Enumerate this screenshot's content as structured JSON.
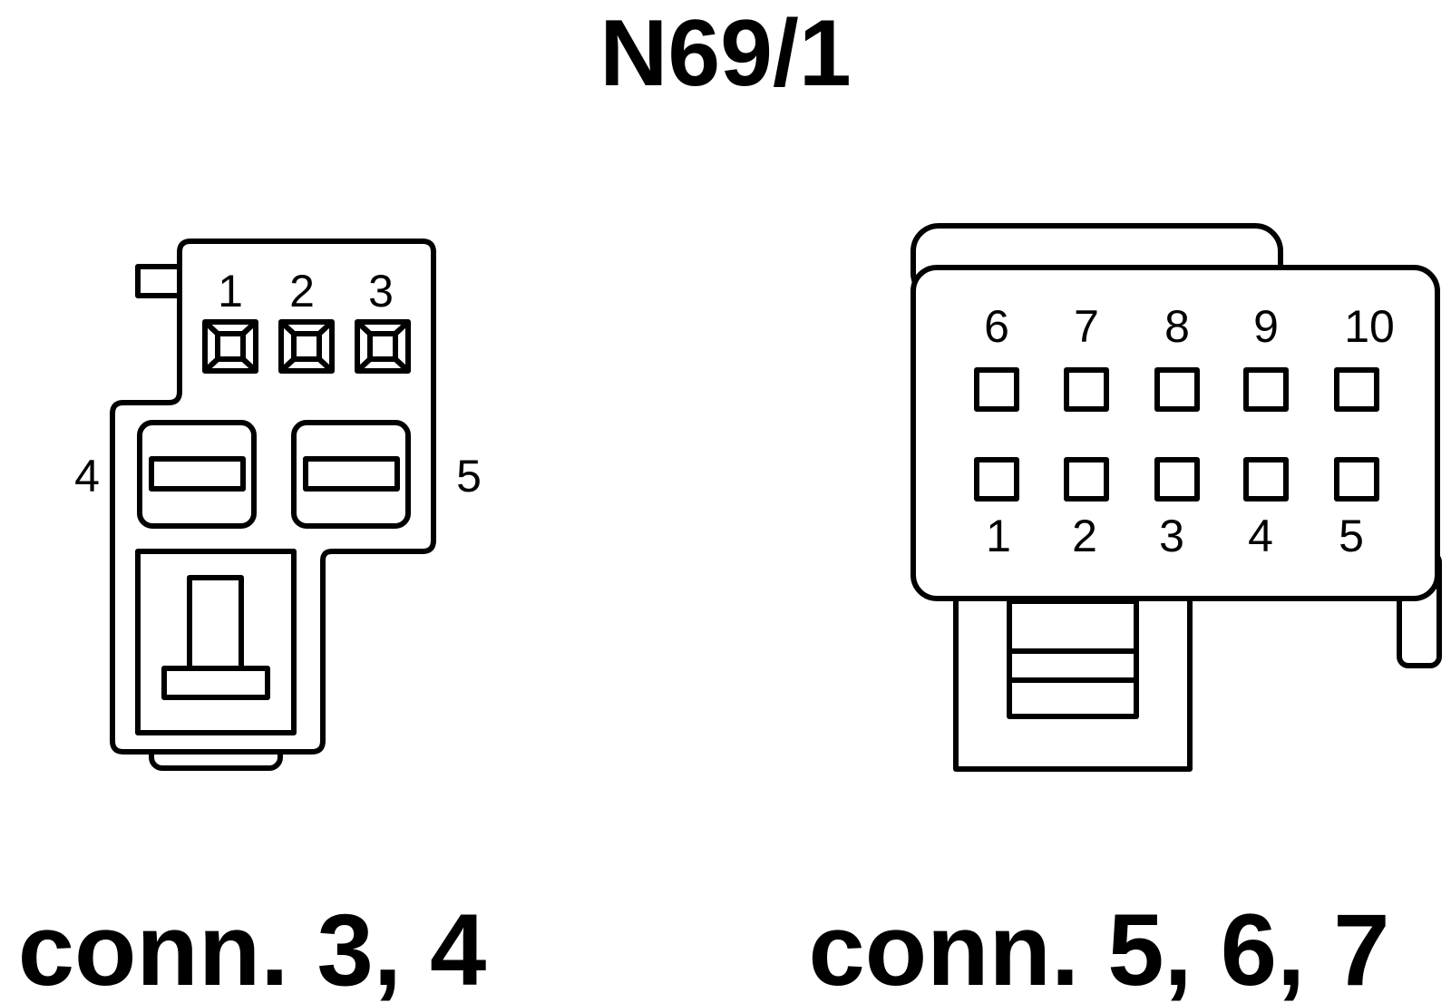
{
  "title": "N69/1",
  "left_connector": {
    "caption": "conn. 3, 4",
    "top_pins": [
      "1",
      "2",
      "3"
    ],
    "side_pins": [
      "4",
      "5"
    ]
  },
  "right_connector": {
    "caption": "conn. 5, 6, 7",
    "top_row_pins": [
      "6",
      "7",
      "8",
      "9",
      "10"
    ],
    "bottom_row_pins": [
      "1",
      "2",
      "3",
      "4",
      "5"
    ]
  }
}
